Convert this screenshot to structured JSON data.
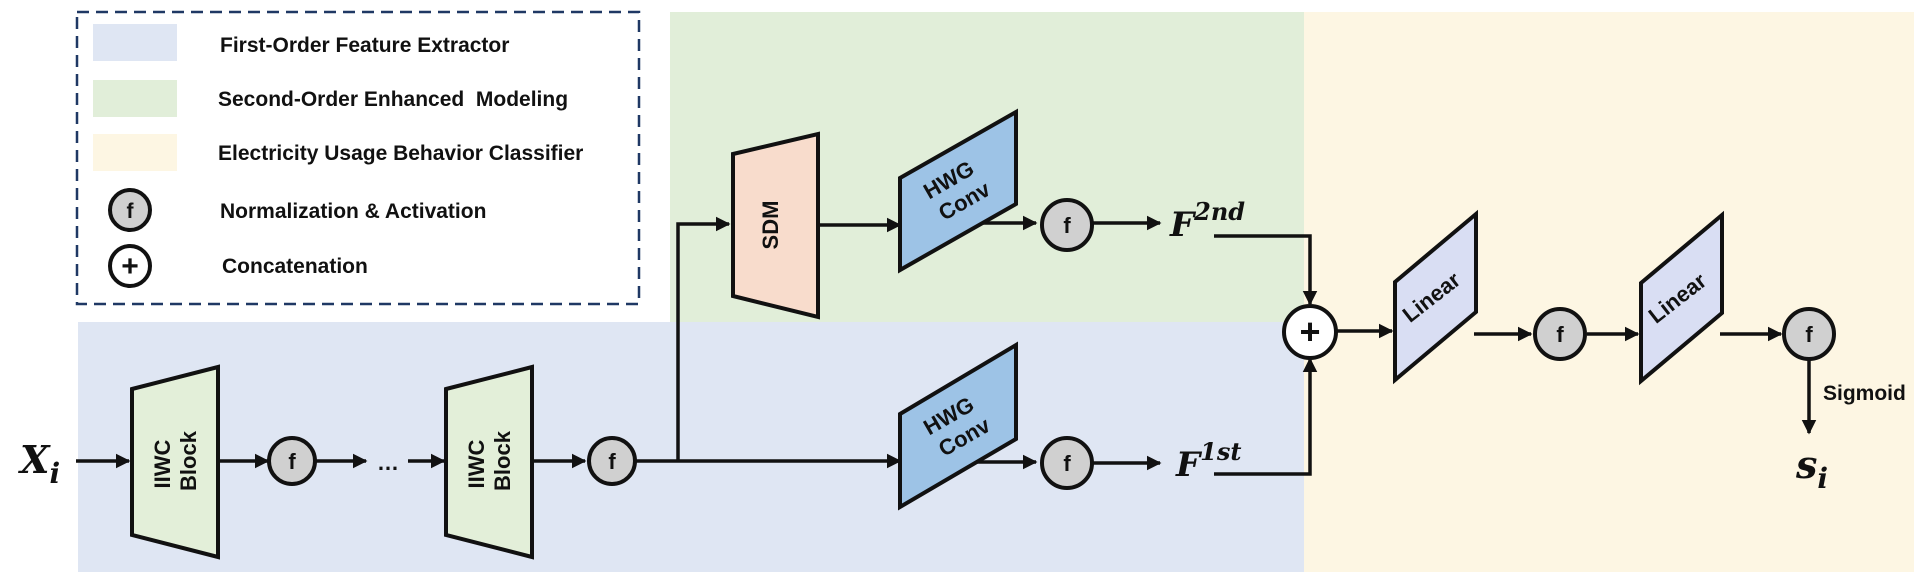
{
  "colors": {
    "first_order": "#dfe6f3",
    "second_order": "#e1eed9",
    "classifier": "#fdf6e3",
    "iiwc": "#e3efd9",
    "sdm": "#f8dccc",
    "hwg": "#9dc3e6",
    "linear": "#d9def3",
    "f_node": "#d0d0d0"
  },
  "legend": {
    "items": [
      {
        "label": "First-Order Feature Extractor"
      },
      {
        "label": "Second-Order Enhanced  Modeling"
      },
      {
        "label": "Electricity Usage Behavior Classifier"
      },
      {
        "label": "Normalization & Activation",
        "symbol": "f"
      },
      {
        "label": "Concatenation",
        "symbol": "+"
      }
    ]
  },
  "diagram": {
    "input": {
      "base": "X",
      "sub": "i"
    },
    "output": {
      "base": "s",
      "sub": "i"
    },
    "iiwc_block": {
      "line1": "IIWC",
      "line2": "Block"
    },
    "ellipsis": "…",
    "sdm": "SDM",
    "hwg_conv": {
      "line1": "HWG",
      "line2": "Conv"
    },
    "f_symbol": "f",
    "plus_symbol": "+",
    "f2nd": {
      "base": "F",
      "sup": "2nd"
    },
    "f1st": {
      "base": "F",
      "sup": "1st"
    },
    "linear": "Linear",
    "sigmoid": "Sigmoid"
  }
}
